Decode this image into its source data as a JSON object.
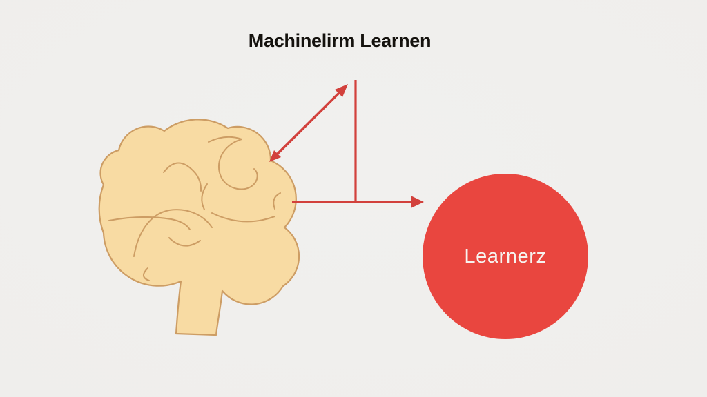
{
  "title": "Machinelirm Learnen",
  "node": {
    "label": "Learnerz"
  },
  "illustration": {
    "name": "cartoon-brain"
  },
  "colors": {
    "background": "#efeeec",
    "title_text": "#15120e",
    "arrow": "#d2413c",
    "node_fill": "#e9463f",
    "node_label": "#f6f3ef",
    "brain_fill": "#f8dba3",
    "brain_outline": "#cd9d64"
  }
}
